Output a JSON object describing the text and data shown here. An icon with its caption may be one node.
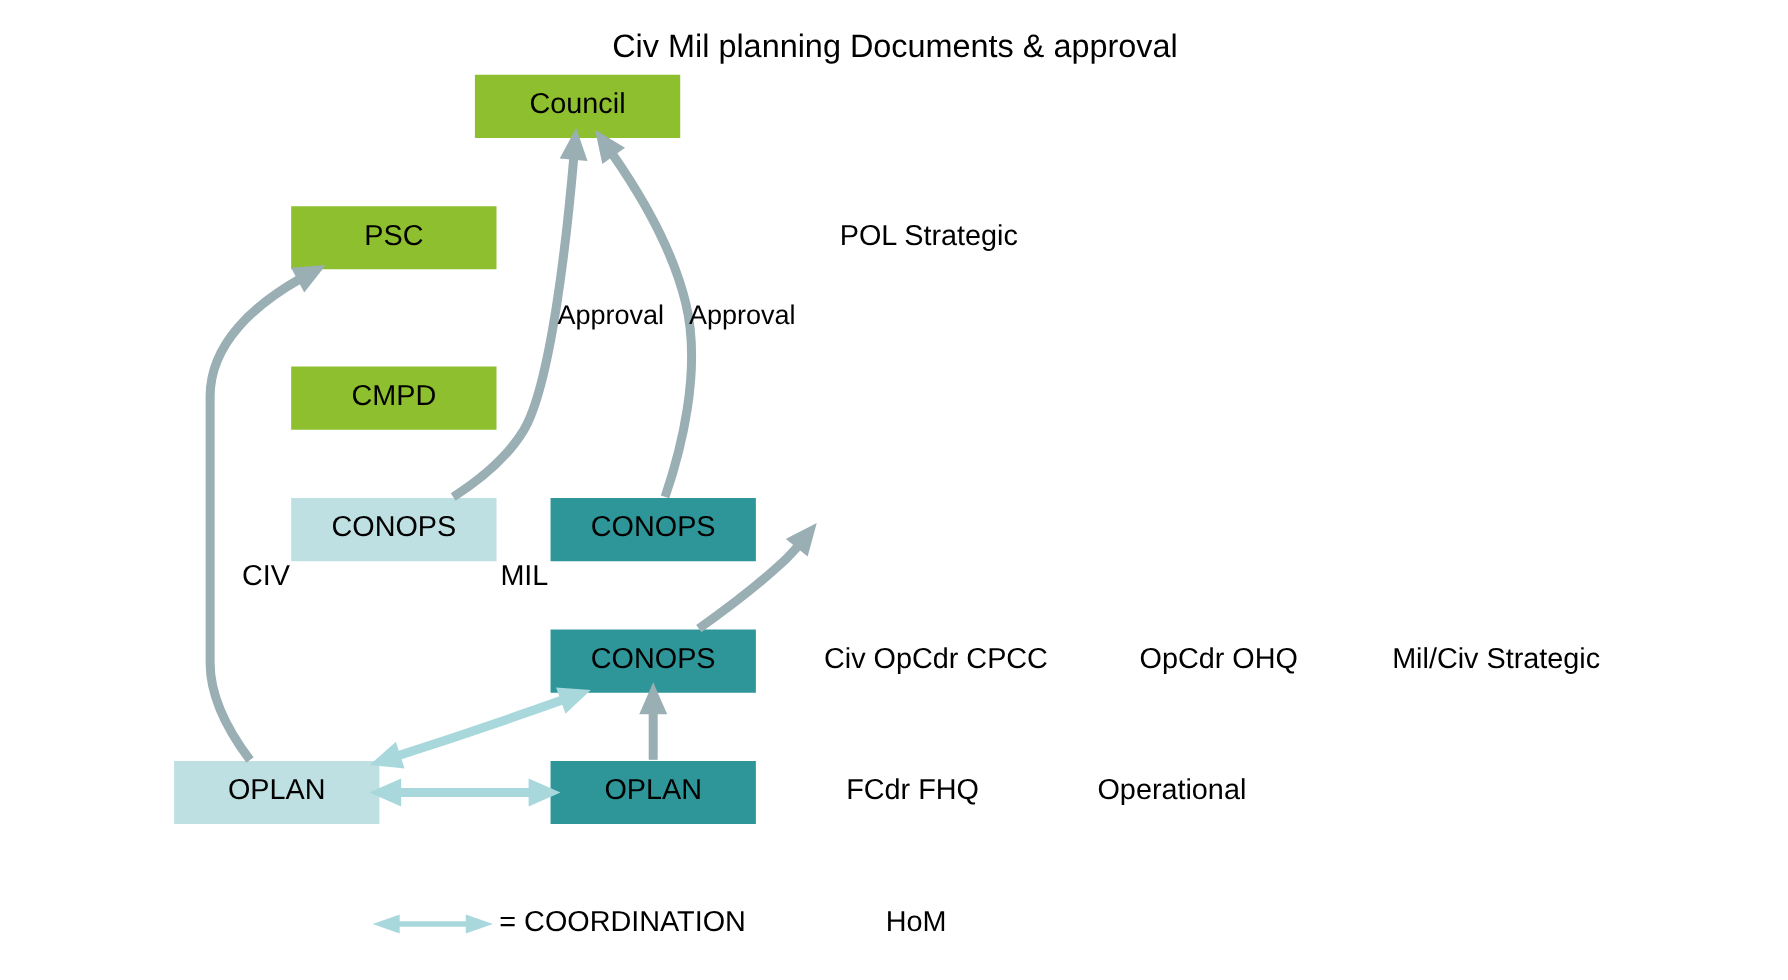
{
  "diagram": {
    "title": "Civ Mil planning Documents & approval",
    "nodes": [
      {
        "text": [
          "Council"
        ]
      },
      {
        "text": [
          "PSC"
        ]
      },
      {
        "text": [
          "CMPD"
        ]
      },
      {
        "text": [
          "CONOPS"
        ],
        "beside": [
          "CIV"
        ]
      },
      {
        "text": [
          "CONOPS"
        ],
        "beside": [
          "MIL"
        ]
      },
      {
        "text": [
          "CONOPS"
        ]
      },
      {
        "text": [
          "OPLAN"
        ]
      },
      {
        "text": [
          "OPLAN"
        ]
      }
    ],
    "edges": [
      {
        "from": 6,
        "to": 1,
        "arrow": "to"
      },
      {
        "from": 3,
        "to": 0,
        "arrow": "to",
        "label": "Approval"
      },
      {
        "from": 4,
        "to": 0,
        "arrow": "to",
        "label": "Approval"
      },
      {
        "from": 5,
        "to": null,
        "arrow": "to"
      },
      {
        "from": 7,
        "to": 5,
        "arrow": "to"
      },
      {
        "from": 5,
        "to": 6,
        "arrow": "both",
        "color": "#a8d8dc"
      },
      {
        "from": 6,
        "to": 7,
        "arrow": "both",
        "color": "#a8d8dc"
      }
    ],
    "labels": [
      "POL Strategic",
      "Civ OpCdr CPCC",
      "OpCdr OHQ",
      "Mil/Civ Strategic",
      "FCdr FHQ",
      "Operational",
      "HoM"
    ],
    "legend": [
      {
        "text": "= COORDINATION"
      }
    ]
  }
}
